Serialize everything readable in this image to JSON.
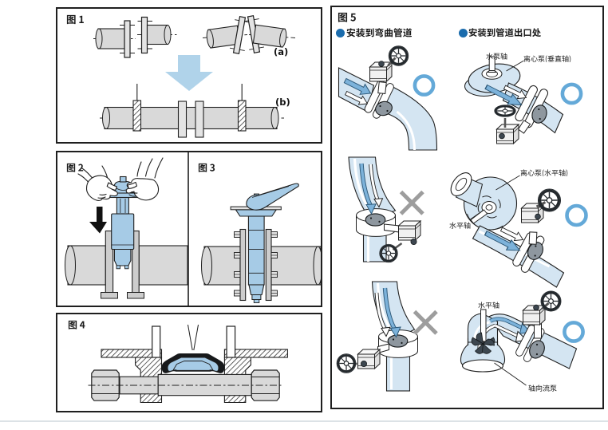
{
  "document": {
    "type": "technical-illustration-sheet",
    "language": "zh-CN",
    "topic": "butterfly valve installation figures"
  },
  "colors": {
    "paper": "#ffffff",
    "line": "#1f1f1f",
    "pipeGrey": "#d9d9d9",
    "valveBlue": "#a6cbe6",
    "bigArrowBlue": "#b0d3ea",
    "flowLight": "#d4e5f2",
    "flowArrow": "#7cb2da",
    "discGrey": "#8e979f",
    "okBlue": "#64a9d8",
    "xGrey": "#9d9d9d",
    "bullet": "#1b6cad",
    "hr": "#dce2e6"
  },
  "figures": {
    "fig1": {
      "title": "图 1",
      "label_a": "(a)",
      "label_b": "(b)"
    },
    "fig2": {
      "title": "图 2"
    },
    "fig3": {
      "title": "图 3"
    },
    "fig4": {
      "title": "图 4"
    },
    "fig5": {
      "title": "图 5",
      "sections": [
        {
          "bullet": "●",
          "label": "安装到弯曲管道"
        },
        {
          "bullet": "●",
          "label": "安装到管道出口处"
        }
      ],
      "marks": {
        "correct_icon": "blue-ring",
        "incorrect_icon": "grey-cross",
        "correct_count": 4,
        "incorrect_count": 2
      },
      "annotations": {
        "pump_shaft": "水泵轴",
        "centrifugal_vertical": "离心泵(垂直轴)",
        "centrifugal_horizontal": "离心泵(水平轴)",
        "horizontal_axis_mid": "水平轴",
        "horizontal_axis_bottom": "水平轴",
        "axial_pump": "轴向流泵"
      }
    }
  }
}
